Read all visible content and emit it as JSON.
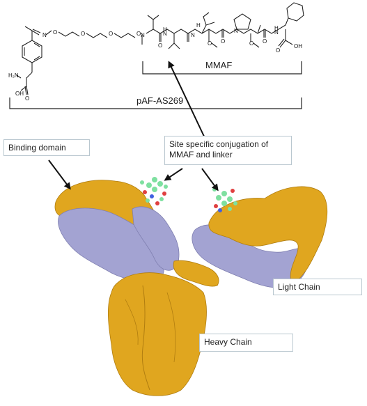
{
  "structure": {
    "payload_label": "MMAF",
    "conjugate_label": "pAF-AS269",
    "atoms": {
      "n_oxime": "N",
      "o_oxime": "O",
      "n_amine": "N",
      "h_amine": "H",
      "o_ether_1": "O",
      "o_ether_2": "O",
      "o_ether_3": "O",
      "n_methyl": "N",
      "nh_1": "H",
      "n_1": "N",
      "o_carbonyl_1": "O",
      "n_2": "N",
      "h_stereo": "H",
      "o_methoxy_1": "O",
      "o_carbonyl_2": "O",
      "n_pyrrolidine": "N",
      "o_methoxy_2": "O",
      "o_carbonyl_3": "O",
      "nh_2": "H",
      "n_3": "N",
      "o_acid_1": "O",
      "oh_1": "OH",
      "h2n": "H₂N",
      "o_acid_2": "O",
      "oh_2": "OH"
    }
  },
  "annotations": {
    "binding_domain": "Binding domain",
    "conjugation_line1": "Site specific conjugation of",
    "conjugation_line2": "MMAF and linker",
    "light_chain": "Light Chain",
    "heavy_chain": "Heavy Chain"
  },
  "colors": {
    "heavy_chain": "#e0a61f",
    "light_chain": "#a3a3d2",
    "payload_carbon": "#7ee0a0",
    "payload_oxygen": "#e04040",
    "payload_nitrogen": "#4060e0"
  }
}
